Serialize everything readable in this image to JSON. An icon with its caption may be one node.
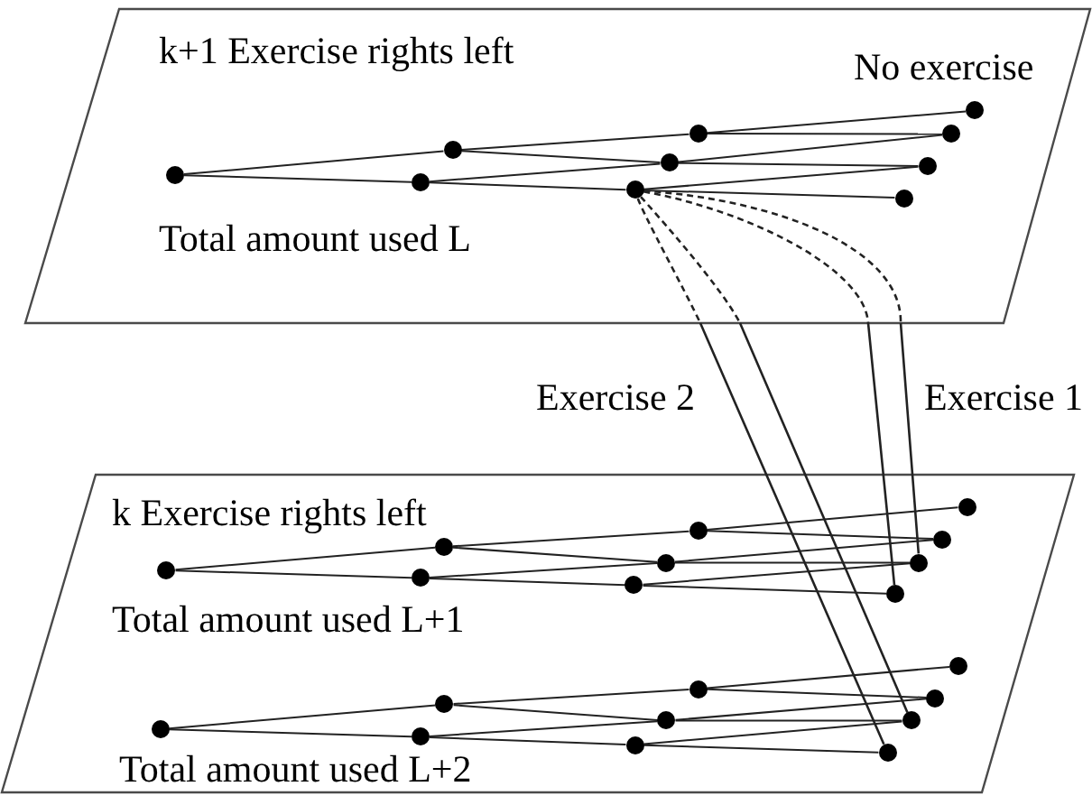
{
  "diagram": {
    "nodes": [
      {
        "text": [
          "k+1 Exercise rights left",
          "No exercise",
          "Total amount used L"
        ]
      },
      {
        "text": [],
        "shape": "circle",
        "in": 0
      },
      {
        "text": [],
        "shape": "circle",
        "in": 0
      },
      {
        "text": [],
        "shape": "circle",
        "in": 0
      },
      {
        "text": [],
        "shape": "circle",
        "in": 0
      },
      {
        "text": [],
        "shape": "circle",
        "in": 0
      },
      {
        "text": [],
        "shape": "circle",
        "in": 0
      },
      {
        "text": [],
        "shape": "circle",
        "in": 0
      },
      {
        "text": [],
        "shape": "circle",
        "in": 0
      },
      {
        "text": [],
        "shape": "circle",
        "in": 0
      },
      {
        "text": [],
        "shape": "circle",
        "in": 0
      },
      {
        "text": [
          "k Exercise rights left",
          "Total amount used L+1",
          "Total amount used L+2"
        ]
      },
      {
        "text": [],
        "shape": "circle",
        "in": 11
      },
      {
        "text": [],
        "shape": "circle",
        "in": 11
      },
      {
        "text": [],
        "shape": "circle",
        "in": 11
      },
      {
        "text": [],
        "shape": "circle",
        "in": 11
      },
      {
        "text": [],
        "shape": "circle",
        "in": 11
      },
      {
        "text": [],
        "shape": "circle",
        "in": 11
      },
      {
        "text": [],
        "shape": "circle",
        "in": 11
      },
      {
        "text": [],
        "shape": "circle",
        "in": 11
      },
      {
        "text": [],
        "shape": "circle",
        "in": 11
      },
      {
        "text": [],
        "shape": "circle",
        "in": 11
      },
      {
        "text": [],
        "shape": "circle",
        "in": 11
      },
      {
        "text": [],
        "shape": "circle",
        "in": 11
      },
      {
        "text": [],
        "shape": "circle",
        "in": 11
      },
      {
        "text": [],
        "shape": "circle",
        "in": 11
      },
      {
        "text": [],
        "shape": "circle",
        "in": 11
      },
      {
        "text": [],
        "shape": "circle",
        "in": 11
      },
      {
        "text": [],
        "shape": "circle",
        "in": 11
      },
      {
        "text": [],
        "shape": "circle",
        "in": 11
      },
      {
        "text": [],
        "shape": "circle",
        "in": 11
      },
      {
        "text": [],
        "shape": "circle",
        "in": 11
      }
    ],
    "edges": [
      {
        "from": 1,
        "to": 2,
        "arrow": "none"
      },
      {
        "from": 1,
        "to": 3,
        "arrow": "none"
      },
      {
        "from": 2,
        "to": 4,
        "arrow": "none"
      },
      {
        "from": 2,
        "to": 5,
        "arrow": "none"
      },
      {
        "from": 3,
        "to": 5,
        "arrow": "none"
      },
      {
        "from": 3,
        "to": 6,
        "arrow": "none"
      },
      {
        "from": 4,
        "to": 7,
        "arrow": "none"
      },
      {
        "from": 4,
        "to": 8,
        "arrow": "none"
      },
      {
        "from": 5,
        "to": 8,
        "arrow": "none"
      },
      {
        "from": 5,
        "to": 9,
        "arrow": "none"
      },
      {
        "from": 6,
        "to": 9,
        "arrow": "none"
      },
      {
        "from": 6,
        "to": 10,
        "arrow": "none"
      },
      {
        "from": 12,
        "to": 13,
        "arrow": "none"
      },
      {
        "from": 12,
        "to": 14,
        "arrow": "none"
      },
      {
        "from": 13,
        "to": 15,
        "arrow": "none"
      },
      {
        "from": 13,
        "to": 16,
        "arrow": "none"
      },
      {
        "from": 14,
        "to": 16,
        "arrow": "none"
      },
      {
        "from": 14,
        "to": 17,
        "arrow": "none"
      },
      {
        "from": 15,
        "to": 18,
        "arrow": "none"
      },
      {
        "from": 15,
        "to": 19,
        "arrow": "none"
      },
      {
        "from": 16,
        "to": 19,
        "arrow": "none"
      },
      {
        "from": 16,
        "to": 20,
        "arrow": "none"
      },
      {
        "from": 17,
        "to": 20,
        "arrow": "none"
      },
      {
        "from": 17,
        "to": 21,
        "arrow": "none"
      },
      {
        "from": 22,
        "to": 23,
        "arrow": "none"
      },
      {
        "from": 22,
        "to": 24,
        "arrow": "none"
      },
      {
        "from": 23,
        "to": 25,
        "arrow": "none"
      },
      {
        "from": 23,
        "to": 26,
        "arrow": "none"
      },
      {
        "from": 24,
        "to": 26,
        "arrow": "none"
      },
      {
        "from": 24,
        "to": 27,
        "arrow": "none"
      },
      {
        "from": 25,
        "to": 28,
        "arrow": "none"
      },
      {
        "from": 25,
        "to": 29,
        "arrow": "none"
      },
      {
        "from": 26,
        "to": 29,
        "arrow": "none"
      },
      {
        "from": 26,
        "to": 30,
        "arrow": "none"
      },
      {
        "from": 27,
        "to": 30,
        "arrow": "none"
      },
      {
        "from": 27,
        "to": 31,
        "arrow": "none"
      },
      {
        "from": 6,
        "to": 31,
        "arrow": "none",
        "style": "dashed",
        "label": "Exercise 2"
      },
      {
        "from": 6,
        "to": 30,
        "arrow": "none",
        "style": "dashed"
      },
      {
        "from": 6,
        "to": 21,
        "arrow": "none",
        "style": "dashed"
      },
      {
        "from": 6,
        "to": 20,
        "arrow": "none",
        "style": "dashed",
        "label": "Exercise 1"
      }
    ]
  }
}
